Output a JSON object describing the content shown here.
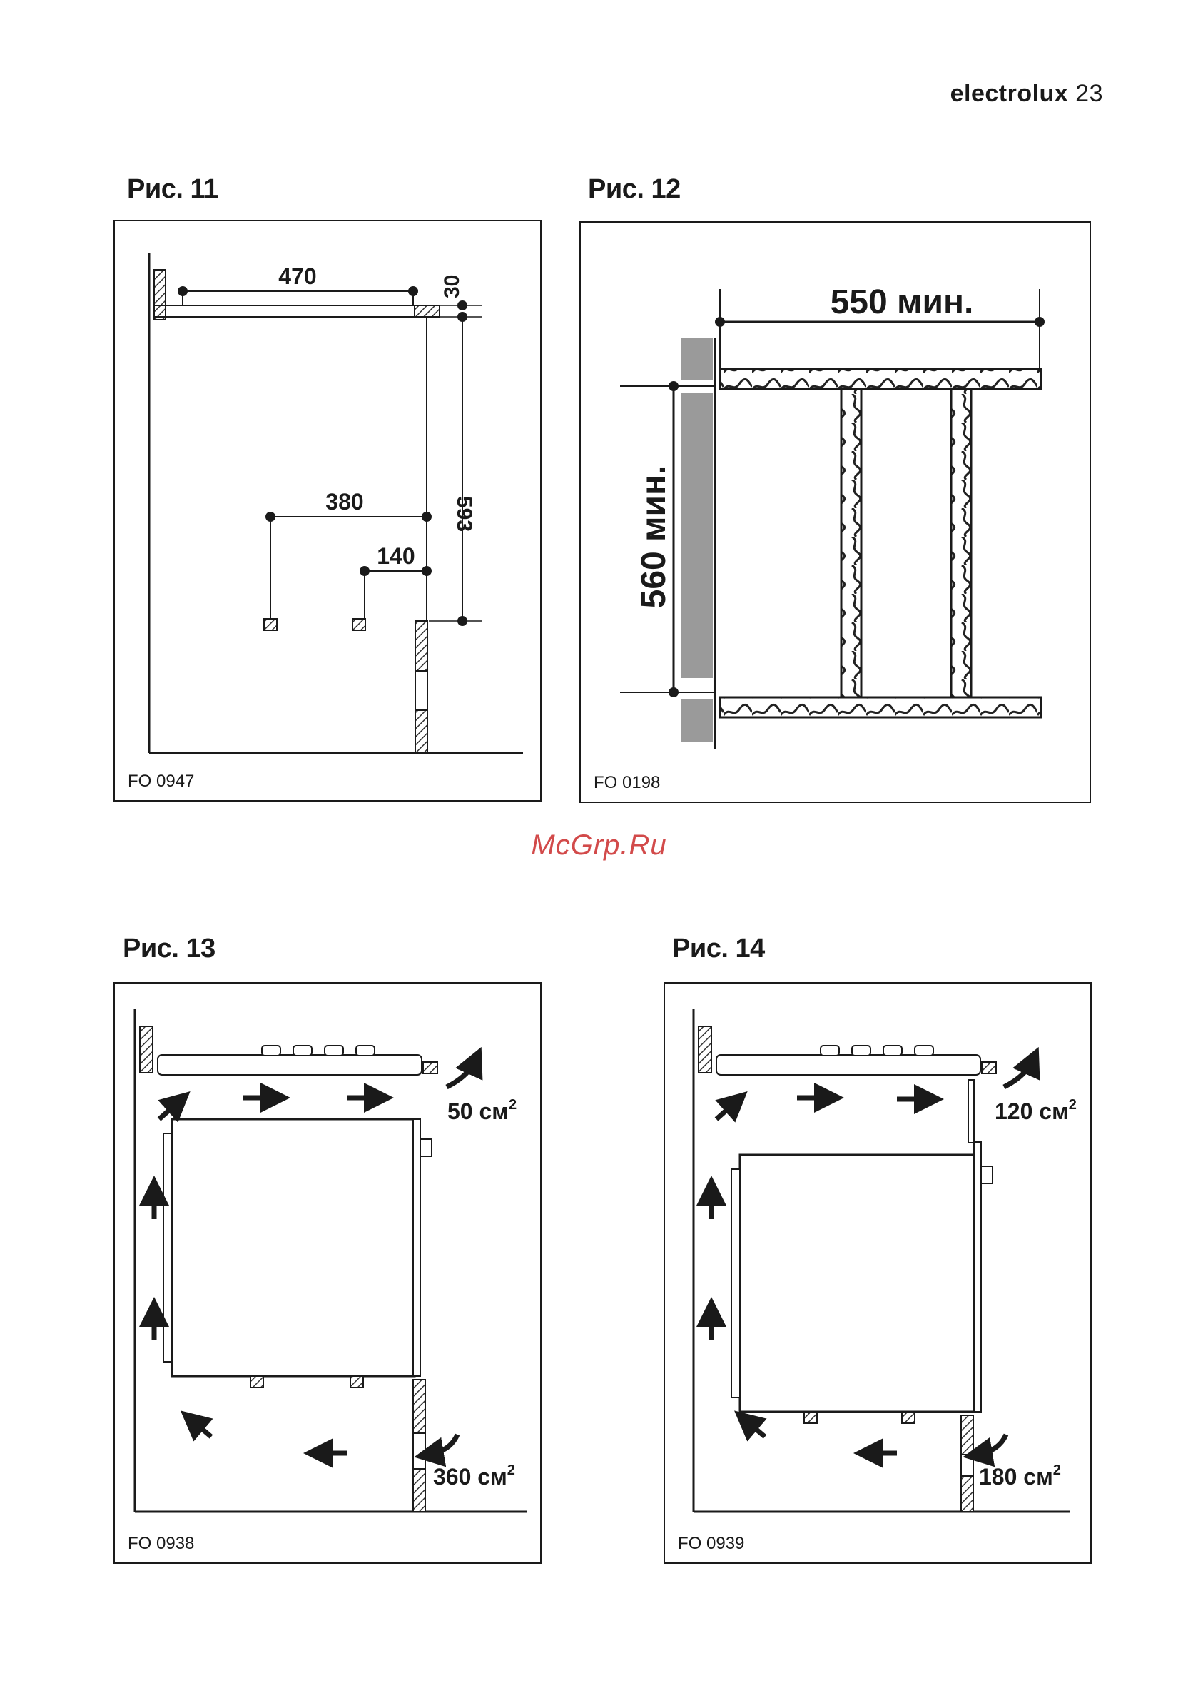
{
  "header": {
    "brand": "electrolux",
    "page_number": "23"
  },
  "watermark": "McGrp.Ru",
  "figures": [
    {
      "title": "Рис. 11",
      "code": "FO 0947",
      "dims": {
        "width": "470",
        "thickness": "30",
        "depth": "593",
        "inner": "380",
        "offset": "140"
      }
    },
    {
      "title": "Рис. 12",
      "code": "FO 0198",
      "dims": {
        "width": "550 мин.",
        "height": "560 мин."
      }
    },
    {
      "title": "Рис. 13",
      "code": "FO 0938",
      "vents": {
        "top": "50 см",
        "bottom": "360 см",
        "sup": "2"
      }
    },
    {
      "title": "Рис. 14",
      "code": "FO 0939",
      "vents": {
        "top": "120 см",
        "bottom": "180 см",
        "sup": "2"
      }
    }
  ]
}
